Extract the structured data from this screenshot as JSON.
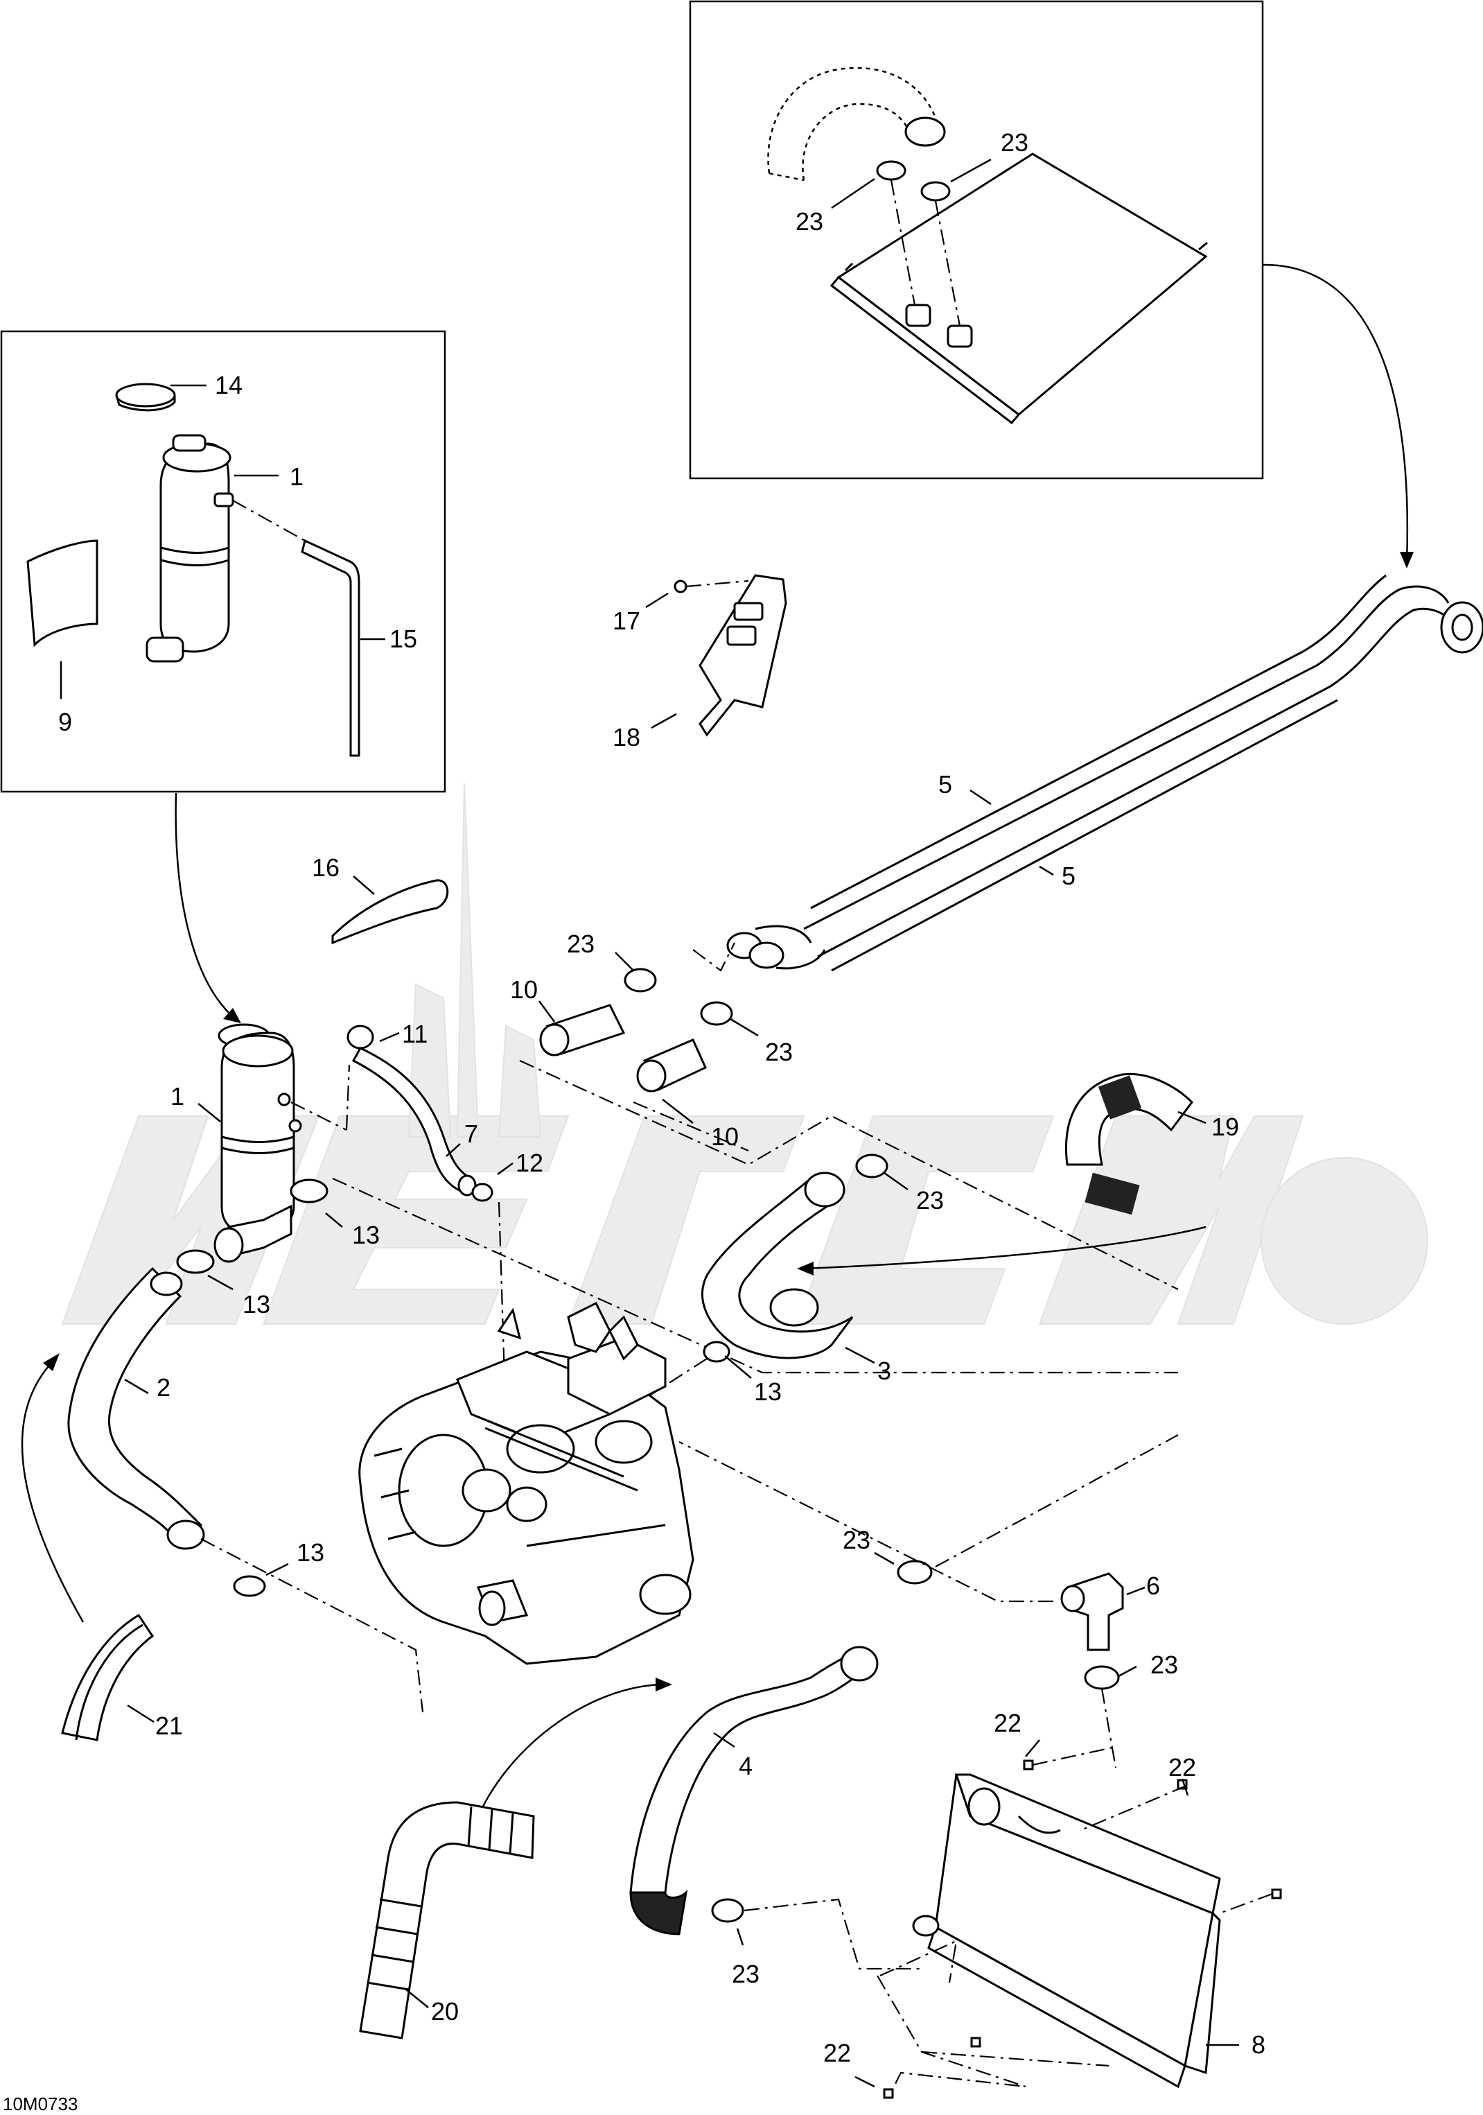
{
  "diagram_code": "10M0733",
  "callouts": [
    {
      "id": "c14",
      "text": "14"
    },
    {
      "id": "c1a",
      "text": "1"
    },
    {
      "id": "c15",
      "text": "15"
    },
    {
      "id": "c9",
      "text": "9"
    },
    {
      "id": "c23a",
      "text": "23"
    },
    {
      "id": "c23b",
      "text": "23"
    },
    {
      "id": "c17",
      "text": "17"
    },
    {
      "id": "c18",
      "text": "18"
    },
    {
      "id": "c5a",
      "text": "5"
    },
    {
      "id": "c5b",
      "text": "5"
    },
    {
      "id": "c16",
      "text": "16"
    },
    {
      "id": "c23c",
      "text": "23"
    },
    {
      "id": "c10a",
      "text": "10"
    },
    {
      "id": "c23d",
      "text": "23"
    },
    {
      "id": "c10b",
      "text": "10"
    },
    {
      "id": "c11",
      "text": "11"
    },
    {
      "id": "c1b",
      "text": "1"
    },
    {
      "id": "c7",
      "text": "7"
    },
    {
      "id": "c12",
      "text": "12"
    },
    {
      "id": "c19",
      "text": "19"
    },
    {
      "id": "c13a",
      "text": "13"
    },
    {
      "id": "c13b",
      "text": "13"
    },
    {
      "id": "c23e",
      "text": "23"
    },
    {
      "id": "c2",
      "text": "2"
    },
    {
      "id": "c3",
      "text": "3"
    },
    {
      "id": "c13c",
      "text": "13"
    },
    {
      "id": "c13d",
      "text": "13"
    },
    {
      "id": "c23f",
      "text": "23"
    },
    {
      "id": "c6",
      "text": "6"
    },
    {
      "id": "c23g",
      "text": "23"
    },
    {
      "id": "c21",
      "text": "21"
    },
    {
      "id": "c22a",
      "text": "22"
    },
    {
      "id": "c4",
      "text": "4"
    },
    {
      "id": "c22b",
      "text": "22"
    },
    {
      "id": "c20",
      "text": "20"
    },
    {
      "id": "c23h",
      "text": "23"
    },
    {
      "id": "c22c",
      "text": "22"
    },
    {
      "id": "c8",
      "text": "8"
    }
  ]
}
